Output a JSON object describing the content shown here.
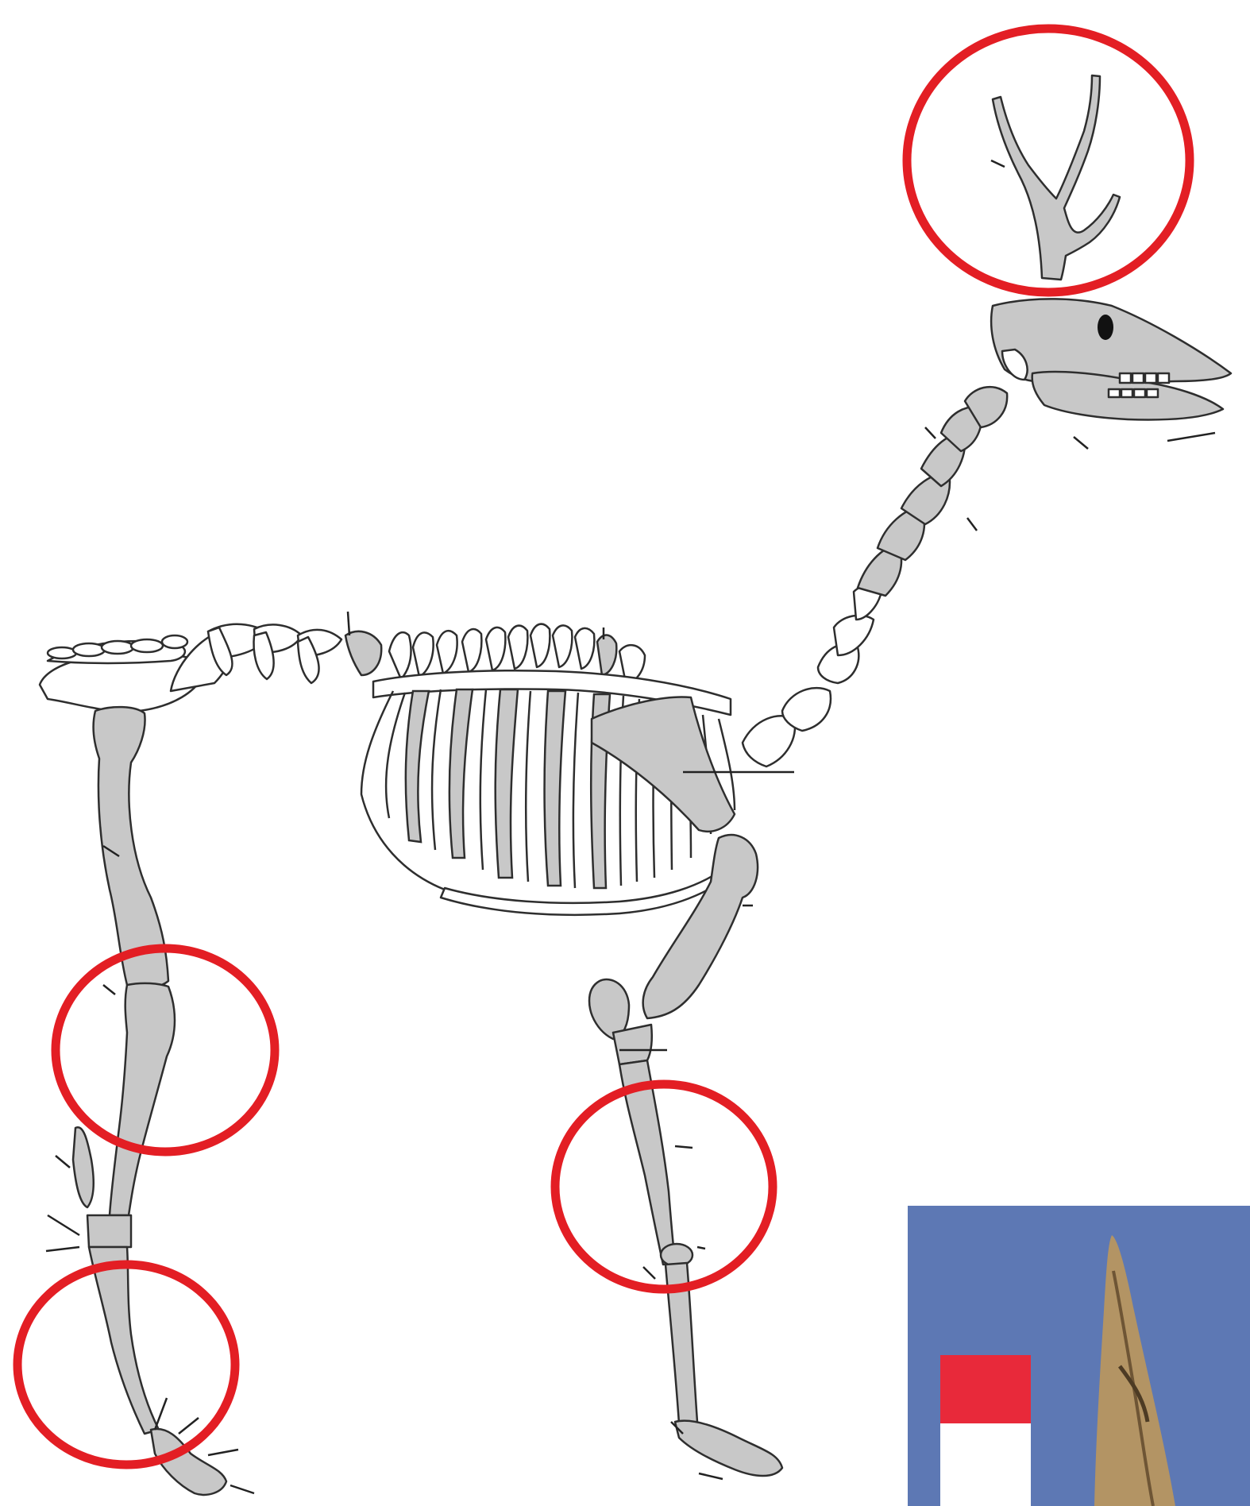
{
  "diagram": {
    "subject": "deer-skeleton",
    "highlight_color": "#e31e24",
    "bone_fill_color": "#c8c8c8",
    "outline_color": "#2e2e2e",
    "highlighted_elements": [
      {
        "id": "antler"
      },
      {
        "id": "hind-tibia"
      },
      {
        "id": "hind-metatarsal"
      },
      {
        "id": "fore-metacarpal"
      }
    ]
  },
  "inset_photo": {
    "background_color": "#5d78b4",
    "scale_bar_colors": [
      "#e8293a",
      "#ffffff"
    ],
    "artifact_color": "#b39464"
  }
}
